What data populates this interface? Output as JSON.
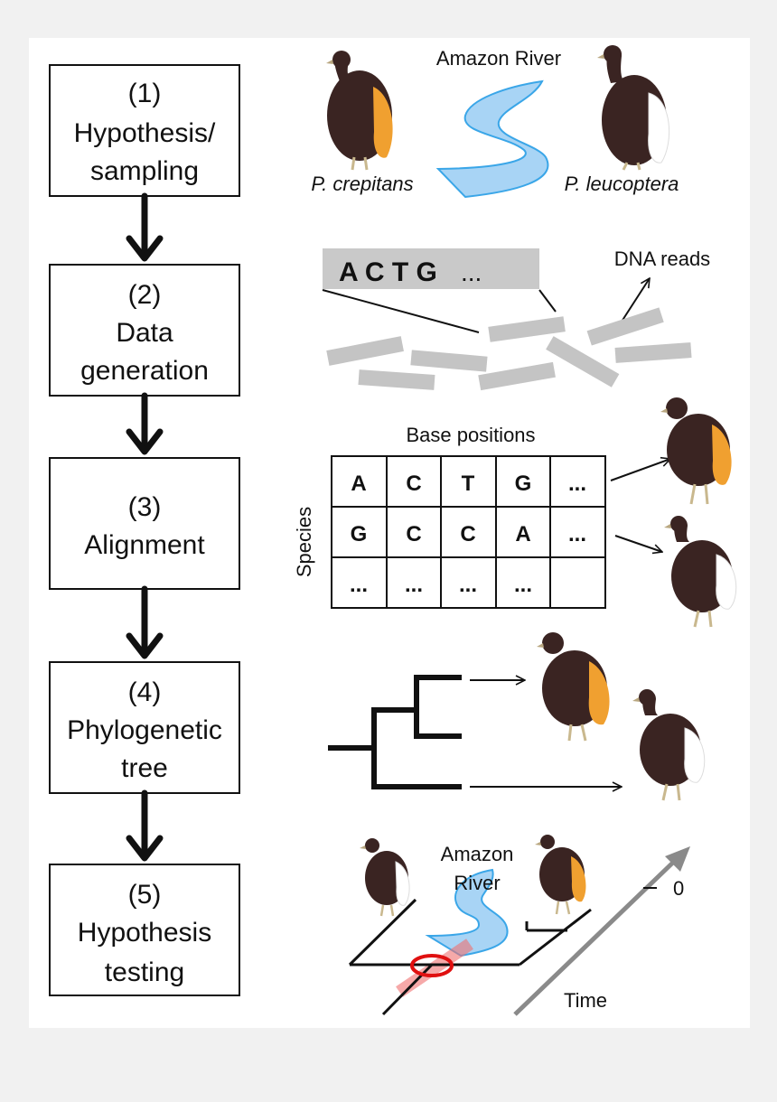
{
  "steps": [
    {
      "lines": [
        "(1)",
        "Hypothesis/",
        "sampling"
      ]
    },
    {
      "lines": [
        "(2)",
        "Data",
        "generation"
      ]
    },
    {
      "lines": [
        "(3)",
        "Alignment"
      ]
    },
    {
      "lines": [
        "(4)",
        "Phylogenetic",
        "tree"
      ]
    },
    {
      "lines": [
        "(5)",
        "Hypothesis",
        "testing"
      ]
    }
  ],
  "panel1": {
    "river_label": "Amazon River",
    "species_left": "P. crepitans",
    "species_right": "P. leucoptera"
  },
  "panel2": {
    "sequence_label": "A C T G",
    "sequence_ellipsis": "...",
    "reads_label": "DNA reads"
  },
  "panel3": {
    "col_label": "Base positions",
    "row_label": "Species",
    "rows": [
      [
        "A",
        "C",
        "T",
        "G",
        "..."
      ],
      [
        "G",
        "C",
        "C",
        "A",
        "..."
      ],
      [
        "...",
        "...",
        "...",
        "...",
        ""
      ]
    ]
  },
  "panel5": {
    "river_label_line1": "Amazon",
    "river_label_line2": "River",
    "time_zero": "0",
    "time_label": "Time"
  },
  "colors": {
    "river": "#a8d4f5",
    "river_stroke": "#3aa6e8",
    "reads": "#c4c4c4",
    "bird_body": "#3a2422",
    "bird_orange": "#f0a030",
    "bird_white": "#ffffff",
    "highlight_red": "#e01010",
    "time_arrow": "#8a8a8a"
  }
}
